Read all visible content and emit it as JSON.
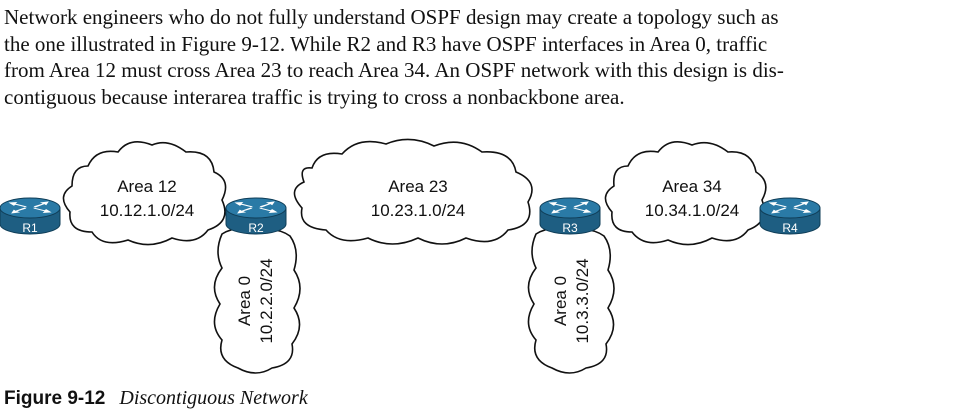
{
  "paragraph": {
    "lines": [
      "Network engineers who do not fully understand OSPF design may create a topology such as",
      "the one illustrated in Figure 9-12. While R2 and R3 have OSPF interfaces in Area 0, traffic",
      "from Area 12 must cross Area 23 to reach Area 34. An OSPF network with this design is dis-",
      "contiguous because interarea traffic is trying to cross a nonbackbone area."
    ]
  },
  "routers": [
    {
      "name": "R1"
    },
    {
      "name": "R2"
    },
    {
      "name": "R3"
    },
    {
      "name": "R4"
    }
  ],
  "areas": {
    "area12": {
      "name": "Area 12",
      "network": "10.12.1.0/24"
    },
    "area23": {
      "name": "Area 23",
      "network": "10.23.1.0/24"
    },
    "area34": {
      "name": "Area 34",
      "network": "10.34.1.0/24"
    },
    "area0_r2": {
      "name": "Area 0",
      "network": "10.2.2.0/24"
    },
    "area0_r3": {
      "name": "Area 0",
      "network": "10.3.3.0/24"
    }
  },
  "caption": {
    "number": "Figure 9-12",
    "title": "Discontiguous Network"
  },
  "colors": {
    "router_fill": "#1e5e82",
    "router_top": "#2a7aa6",
    "router_edge": "#0f3d57",
    "cloud_stroke": "#111111",
    "cloud_fill": "#ffffff"
  }
}
